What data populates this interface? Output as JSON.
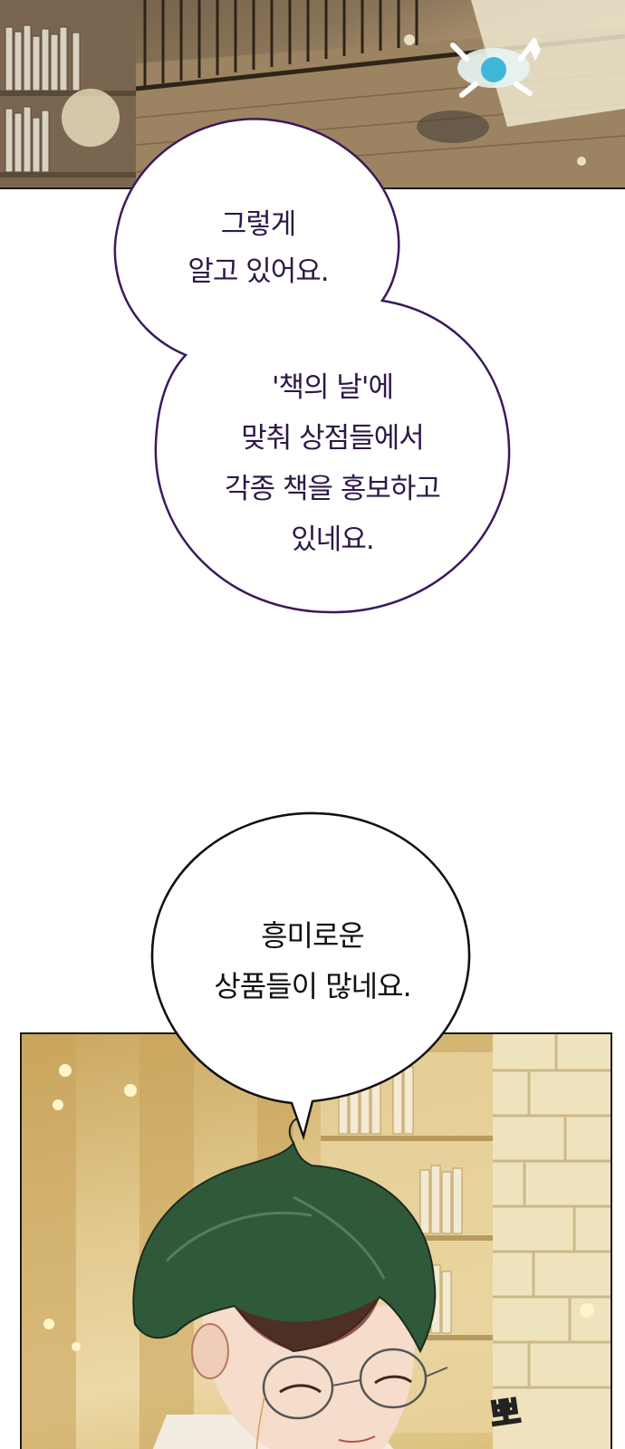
{
  "bubbles": [
    {
      "id": "bubble-1",
      "lines": [
        "그렇게",
        "알고 있어요."
      ]
    },
    {
      "id": "bubble-2",
      "lines": [
        "'책의 날'에",
        "맞춰 상점들에서",
        "각종 책을 홍보하고",
        "있네요."
      ]
    },
    {
      "id": "bubble-3",
      "lines": [
        "흥미로운",
        "상품들이 많네요."
      ]
    }
  ],
  "sfx": "뽀",
  "colors": {
    "bubble_outline_purple": "#3b1a5c",
    "bubble_text_purple": "#2e1848",
    "bubble_outline_black": "#111111",
    "hair": "#2f5a3a",
    "panel_bg": "#e2c98e"
  }
}
